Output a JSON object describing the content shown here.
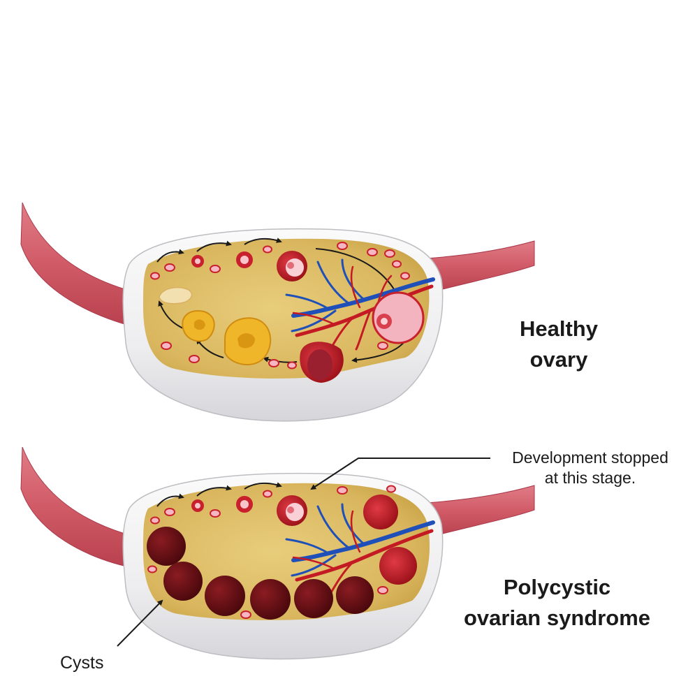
{
  "labels": {
    "healthy_title_line1": "Healthy",
    "healthy_title_line2": "ovary",
    "pcos_title_line1": "Polycystic",
    "pcos_title_line2": "ovarian syndrome",
    "development_note_line1": "Development stopped",
    "development_note_line2": "at this stage.",
    "cysts": "Cysts"
  },
  "colors": {
    "tube": "#d86a74",
    "capsule": "#f1f1f3",
    "stroma": "#d8b45a",
    "follicle": "#c8202c",
    "cyst": "#5e0e12",
    "corpus_luteum": "#f0b62a",
    "vein": "#1f4fb8",
    "artery": "#c41a24"
  }
}
